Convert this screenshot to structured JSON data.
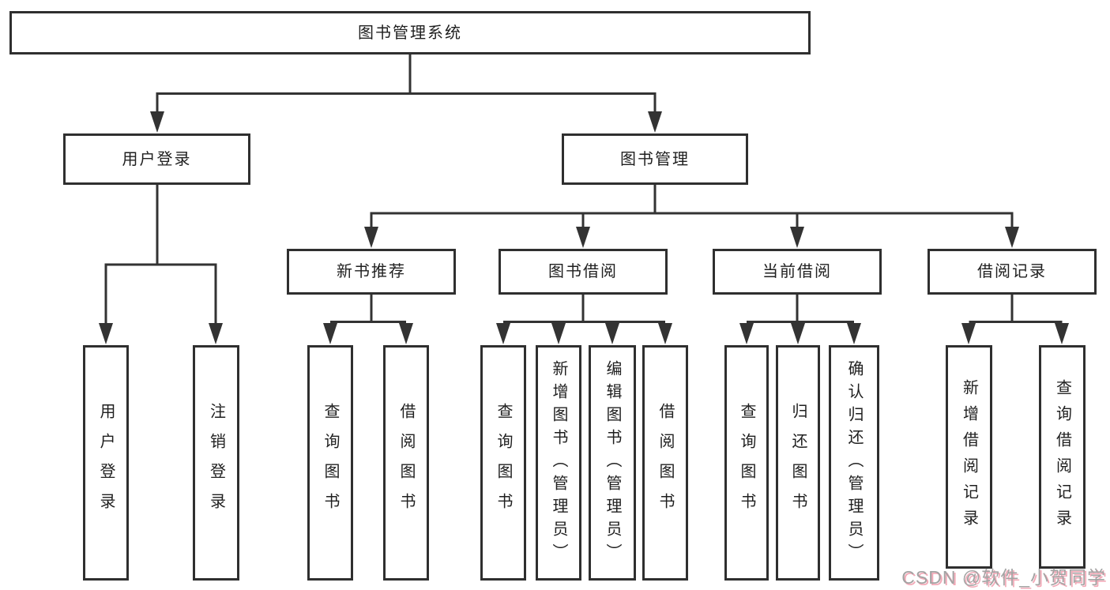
{
  "diagram": {
    "type": "tree",
    "root": {
      "label": "图书管理系统",
      "children": [
        {
          "label": "用户登录",
          "children": [
            {
              "label": "用户登录"
            },
            {
              "label": "注销登录"
            }
          ]
        },
        {
          "label": "图书管理",
          "children": [
            {
              "label": "新书推荐",
              "children": [
                {
                  "label": "查询图书"
                },
                {
                  "label": "借阅图书"
                }
              ]
            },
            {
              "label": "图书借阅",
              "children": [
                {
                  "label": "查询图书"
                },
                {
                  "label": "新增图书（管理员）"
                },
                {
                  "label": "编辑图书（管理员）"
                },
                {
                  "label": "借阅图书"
                }
              ]
            },
            {
              "label": "当前借阅",
              "children": [
                {
                  "label": "查询图书"
                },
                {
                  "label": "归还图书"
                },
                {
                  "label": "确认归还（管理员）"
                }
              ]
            },
            {
              "label": "借阅记录",
              "children": [
                {
                  "label": "新增借阅记录"
                },
                {
                  "label": "查询借阅记录"
                }
              ]
            }
          ]
        }
      ]
    },
    "colors": {
      "line": "#333333",
      "box_border": "#2f2f2f",
      "text": "#1f1f1f",
      "background": "#ffffff"
    }
  },
  "watermark": {
    "text": "CSDN @软件_小贺同学",
    "color": "#a3a3a3",
    "shadow_color": "#f3aab8"
  }
}
